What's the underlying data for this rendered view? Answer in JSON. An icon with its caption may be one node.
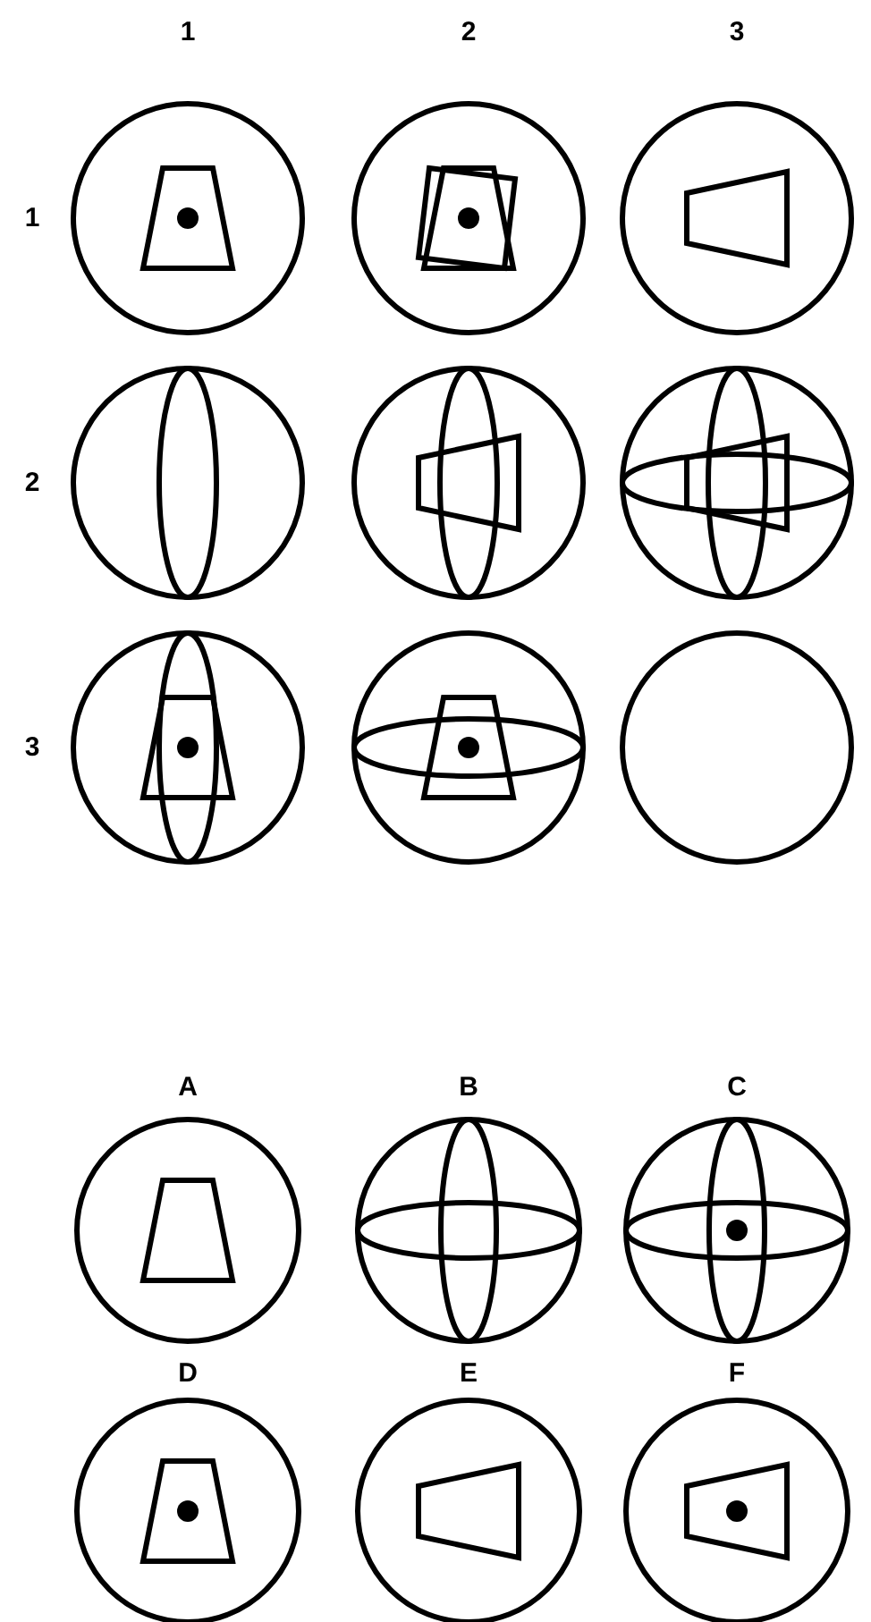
{
  "diagram": {
    "labels": [
      "1",
      "2",
      "3",
      "1",
      "2",
      "3",
      "A",
      "B",
      "C",
      "D",
      "E",
      "F"
    ]
  }
}
